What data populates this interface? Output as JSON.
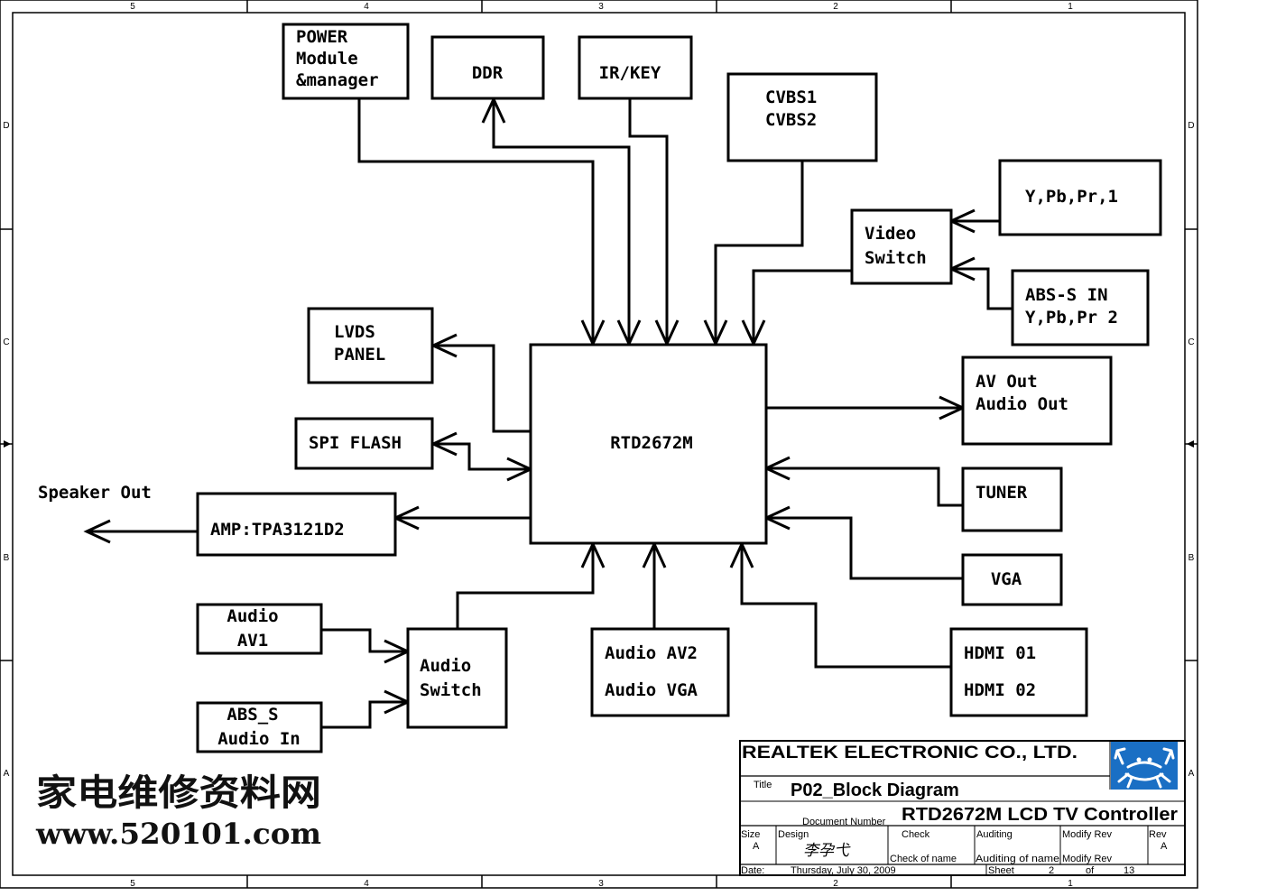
{
  "blocks": {
    "power": [
      "POWER",
      "Module",
      "&manager"
    ],
    "ddr": "DDR",
    "irkey": "IR/KEY",
    "cvbs": [
      "CVBS1",
      "CVBS2"
    ],
    "ypbpr1": "Y,Pb,Pr,1",
    "video_switch": [
      "Video",
      "Switch"
    ],
    "abs_s_in": [
      "ABS-S IN",
      "Y,Pb,Pr 2"
    ],
    "lvds": [
      "LVDS",
      "PANEL"
    ],
    "spi_flash": "SPI FLASH",
    "main_chip": "RTD2672M",
    "av_out": [
      "AV Out",
      "Audio Out"
    ],
    "speaker_out": "Speaker Out",
    "amp": "AMP:TPA3121D2",
    "tuner": "TUNER",
    "vga": "VGA",
    "audio_av1": [
      "Audio",
      "AV1"
    ],
    "audio_switch": [
      "Audio",
      "Switch"
    ],
    "audio_av2_vga": [
      "Audio AV2",
      "Audio VGA"
    ],
    "hdmi": [
      "HDMI 01",
      "HDMI 02"
    ],
    "abs_s_audio": [
      "ABS_S",
      "Audio In"
    ]
  },
  "zones": {
    "columns": [
      "5",
      "4",
      "3",
      "2",
      "1"
    ],
    "rows": [
      "D",
      "C",
      "B",
      "A"
    ]
  },
  "title_block": {
    "company": "REALTEK  ELECTRONIC  CO.,  LTD.",
    "title_label": "Title",
    "title": "P02_Block Diagram",
    "doc_number_label": "Document Number",
    "doc_number": "RTD2672M LCD TV Controller",
    "size_label": "Size",
    "size": "A",
    "design_label": "Design",
    "design_signature": "李孕弋",
    "check_label": "Check",
    "check_name": "Check  of  name",
    "auditing_label": "Auditing",
    "auditing_name": "Auditing of name",
    "modify_label": "Modify Rev",
    "modify_name": "Modify Rev",
    "rev_label": "Rev",
    "rev": "A",
    "date_label": "Date:",
    "date": "Thursday, July 30, 2009",
    "sheet_label": "Sheet",
    "sheet_no": "2",
    "of_label": "of",
    "sheet_total": "13"
  },
  "watermark": {
    "chinese": "家电维修资料网",
    "url": "www.520101.com"
  },
  "colors": {
    "logo_blue": "#1a6fc4"
  }
}
